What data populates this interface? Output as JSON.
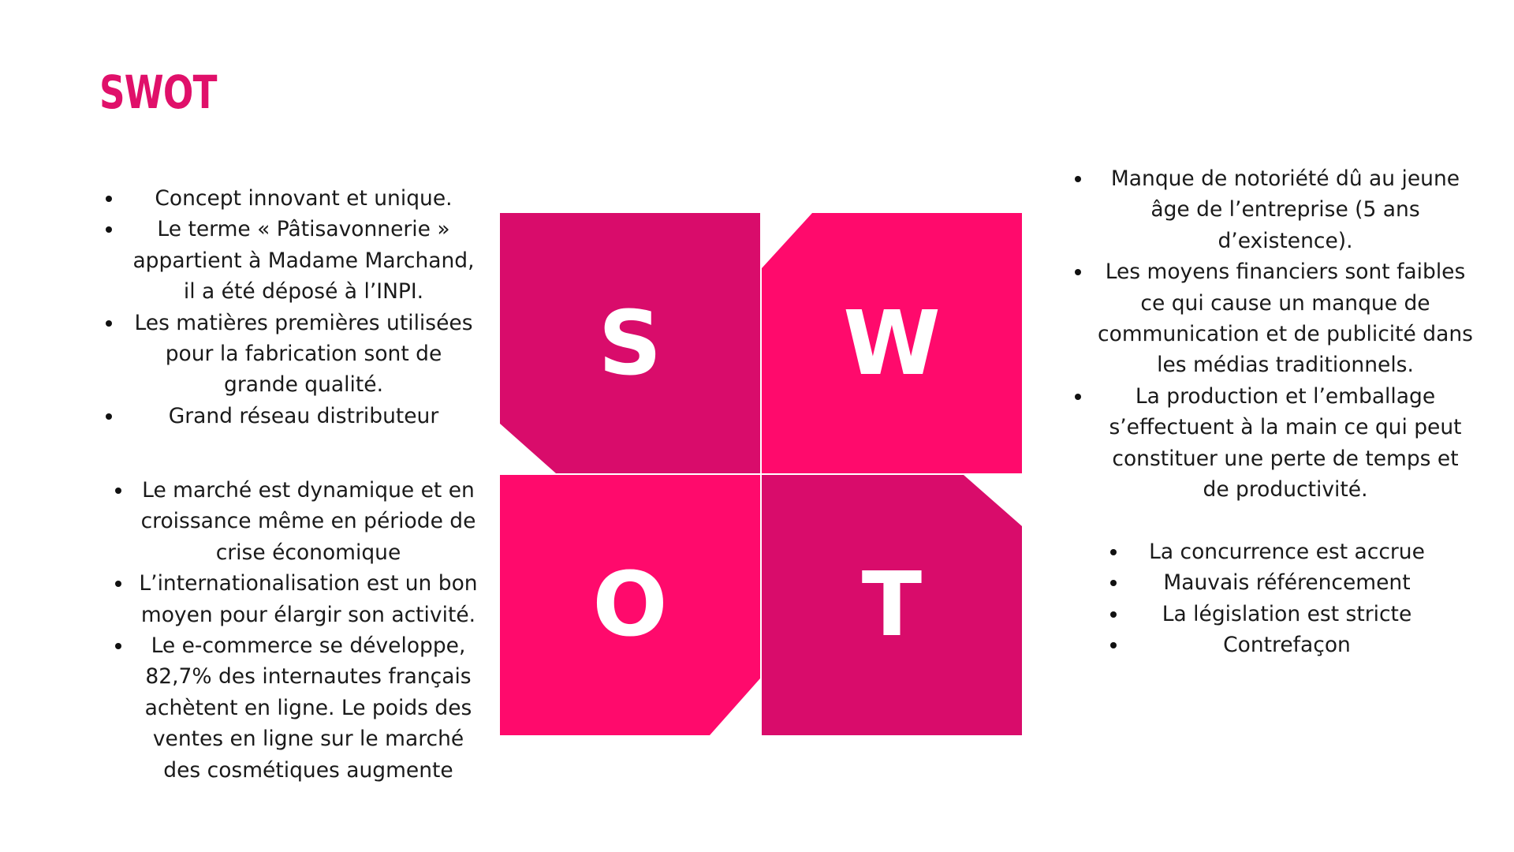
{
  "title": "SWOT",
  "colors": {
    "title": "#E0106A",
    "dark_pink": "#D90C6B",
    "bright_pink": "#FF0A6C",
    "letter": "#FFFFFF"
  },
  "quadrants": {
    "s": {
      "letter": "S"
    },
    "w": {
      "letter": "W"
    },
    "o": {
      "letter": "O"
    },
    "t": {
      "letter": "T"
    }
  },
  "strengths": [
    "Concept innovant et unique.",
    "Le terme « Pâtisavonnerie » appartient à Madame Marchand, il a été déposé à l’INPI.",
    "Les matières premières utilisées pour la fabrication sont de grande qualité.",
    "Grand réseau distributeur"
  ],
  "weaknesses": [
    "Manque de notoriété dû au jeune âge de l’entreprise (5 ans d’existence).",
    "Les moyens financiers sont faibles ce qui cause un manque de communication et de publicité dans les médias traditionnels.",
    "La production et l’emballage s’effectuent à la main ce qui peut constituer une perte de temps et de productivité."
  ],
  "opportunities": [
    "Le marché est dynamique et en croissance même en période de crise économique",
    "L’internationalisation est un bon moyen pour élargir son activité.",
    "Le e-commerce se développe, 82,7% des internautes français achètent en ligne. Le poids des ventes en ligne sur le marché des cosmétiques augmente"
  ],
  "threats": [
    "La concurrence est accrue",
    "Mauvais référencement",
    "La législation est stricte",
    "Contrefaçon"
  ]
}
